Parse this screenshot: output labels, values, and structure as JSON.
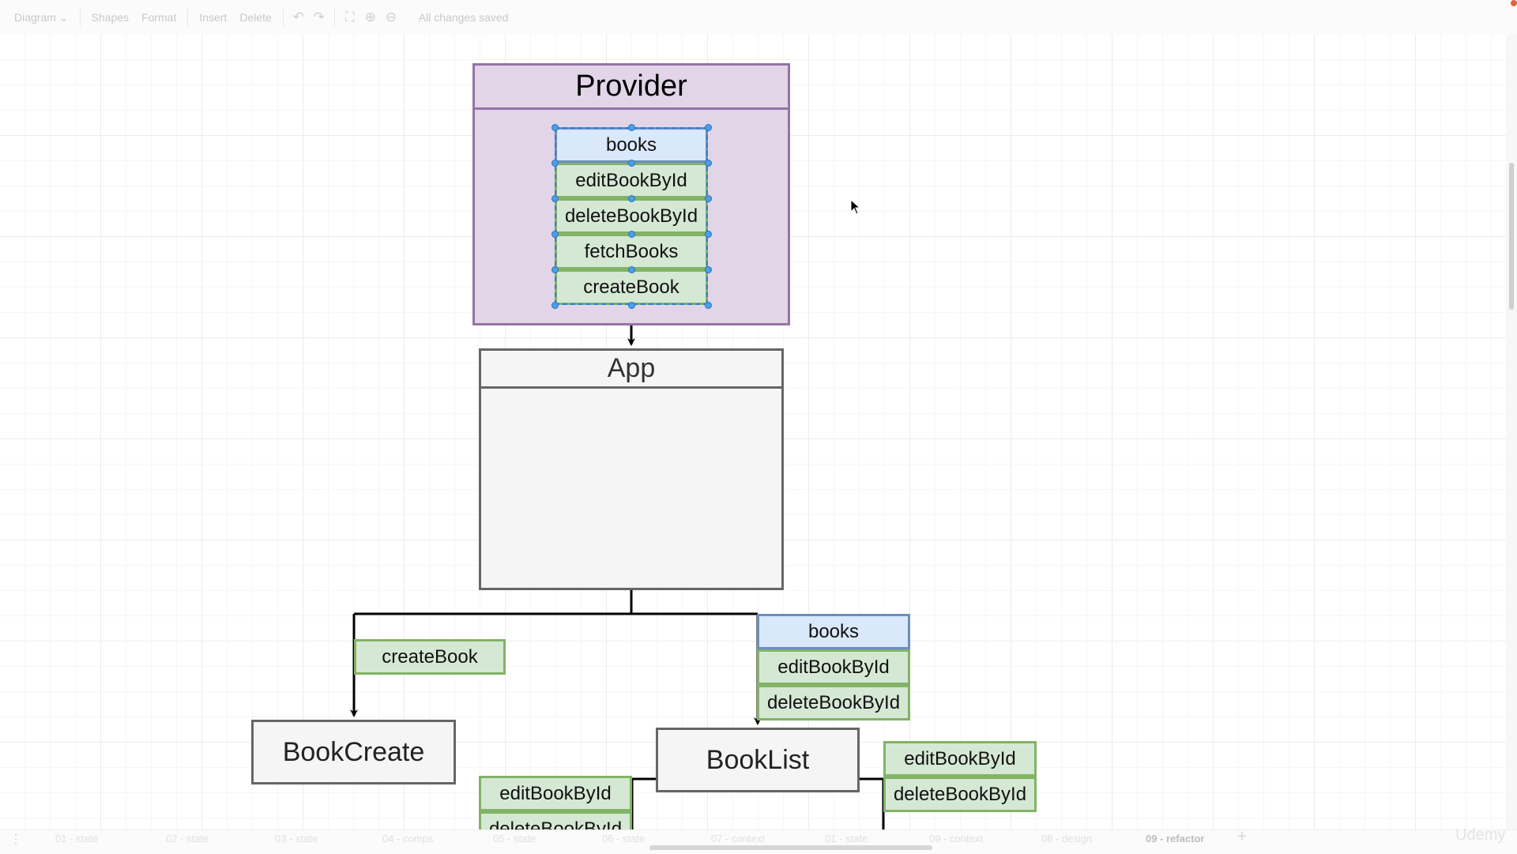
{
  "toolbar": {
    "diagram_menu": "Diagram",
    "shapes": "Shapes",
    "format": "Format",
    "insert": "Insert",
    "delete": "Delete",
    "status": "All changes saved"
  },
  "diagram": {
    "provider": {
      "title": "Provider",
      "items": [
        "books",
        "editBookById",
        "deleteBookById",
        "fetchBooks",
        "createBook"
      ]
    },
    "app": {
      "title": "App"
    },
    "bookcreate": {
      "title": "BookCreate",
      "prop": "createBook"
    },
    "booklist": {
      "title": "BookList",
      "props": [
        "books",
        "editBookById",
        "deleteBookById"
      ]
    },
    "left_child_props": [
      "editBookById",
      "deleteBookById"
    ],
    "right_child_props": [
      "editBookById",
      "deleteBookById"
    ]
  },
  "pages": {
    "tabs": [
      "01 - state",
      "02 - state",
      "03 - state",
      "04 - comps",
      "05 - state",
      "06 - state",
      "07 - context",
      "01 - state",
      "09 - context",
      "08 - design",
      "09 - refactor"
    ],
    "active": "09 - refactor"
  },
  "watermark": "Udemy",
  "colors": {
    "provider_fill": "#e1d5e7",
    "provider_stroke": "#9673a6",
    "prop_fill": "#d5e8d4",
    "prop_stroke": "#82b366",
    "books_fill": "#dae8fc",
    "books_stroke": "#6c8ebf",
    "component_fill": "#f5f5f5",
    "component_stroke": "#666666",
    "selection": "#2f7ed8"
  }
}
